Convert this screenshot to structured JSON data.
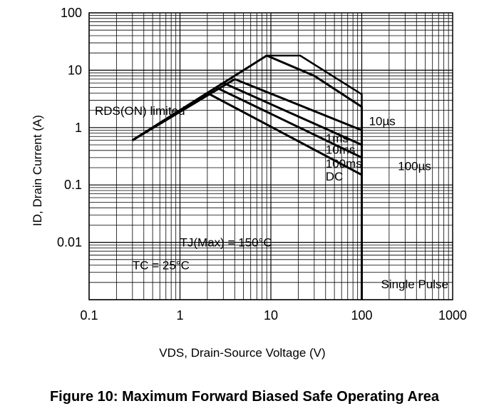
{
  "chart_data": {
    "type": "line",
    "x_scale": "log",
    "y_scale": "log",
    "xlim": [
      0.1,
      1000
    ],
    "ylim": [
      0.001,
      100
    ],
    "grid": true,
    "x_ticks": [
      {
        "value": 0.1,
        "label": "0.1"
      },
      {
        "value": 1,
        "label": "1"
      },
      {
        "value": 10,
        "label": "10"
      },
      {
        "value": 100,
        "label": "100"
      },
      {
        "value": 1000,
        "label": "1000"
      }
    ],
    "y_ticks": [
      {
        "value": 100,
        "label": "100"
      },
      {
        "value": 10,
        "label": "10"
      },
      {
        "value": 1,
        "label": "1"
      },
      {
        "value": 0.1,
        "label": "0.1"
      },
      {
        "value": 0.01,
        "label": "0.01"
      }
    ],
    "xlabel": "VDS, Drain-Source Voltage (V)",
    "ylabel": "ID, Drain Current (A)",
    "annotations": {
      "rds_limited": "RDS(ON) limited",
      "tj_max": "TJ(Max) = 150°C",
      "tc": "TC = 25°C",
      "single_pulse": "Single Pulse",
      "dc": "DC"
    },
    "series": [
      {
        "name": "10µs",
        "points": [
          [
            0.3,
            0.6
          ],
          [
            9,
            18
          ],
          [
            21,
            18
          ],
          [
            100,
            3.8
          ],
          [
            100,
            0.001
          ]
        ]
      },
      {
        "name": "100µs",
        "points": [
          [
            0.3,
            0.6
          ],
          [
            9,
            18
          ],
          [
            30,
            8
          ],
          [
            100,
            2.3
          ],
          [
            100,
            0.001
          ]
        ]
      },
      {
        "name": "1ms",
        "points": [
          [
            0.3,
            0.6
          ],
          [
            4,
            7
          ],
          [
            100,
            0.9
          ],
          [
            100,
            0.001
          ]
        ]
      },
      {
        "name": "10ms",
        "points": [
          [
            0.3,
            0.6
          ],
          [
            3,
            6
          ],
          [
            100,
            0.5
          ],
          [
            100,
            0.001
          ]
        ]
      },
      {
        "name": "100ms",
        "points": [
          [
            0.3,
            0.6
          ],
          [
            2.5,
            5
          ],
          [
            100,
            0.3
          ],
          [
            100,
            0.001
          ]
        ]
      },
      {
        "name": "DC",
        "points": [
          [
            0.3,
            0.6
          ],
          [
            2,
            4
          ],
          [
            100,
            0.15
          ],
          [
            100,
            0.001
          ]
        ]
      }
    ],
    "series_labels": [
      {
        "text": "10µs",
        "at": [
          120,
          1.1
        ]
      },
      {
        "text": "1ms",
        "at": [
          40,
          0.55
        ]
      },
      {
        "text": "10ms",
        "at": [
          40,
          0.35
        ]
      },
      {
        "text": "100ms",
        "at": [
          40,
          0.2
        ]
      },
      {
        "text": "DC",
        "at": [
          40,
          0.12
        ]
      },
      {
        "text": "100µs",
        "at": [
          250,
          0.18
        ]
      }
    ]
  },
  "caption": "Figure 10: Maximum Forward Biased Safe Operating Area",
  "colors": {
    "line": "#000000",
    "grid": "#000000",
    "background": "#ffffff"
  }
}
